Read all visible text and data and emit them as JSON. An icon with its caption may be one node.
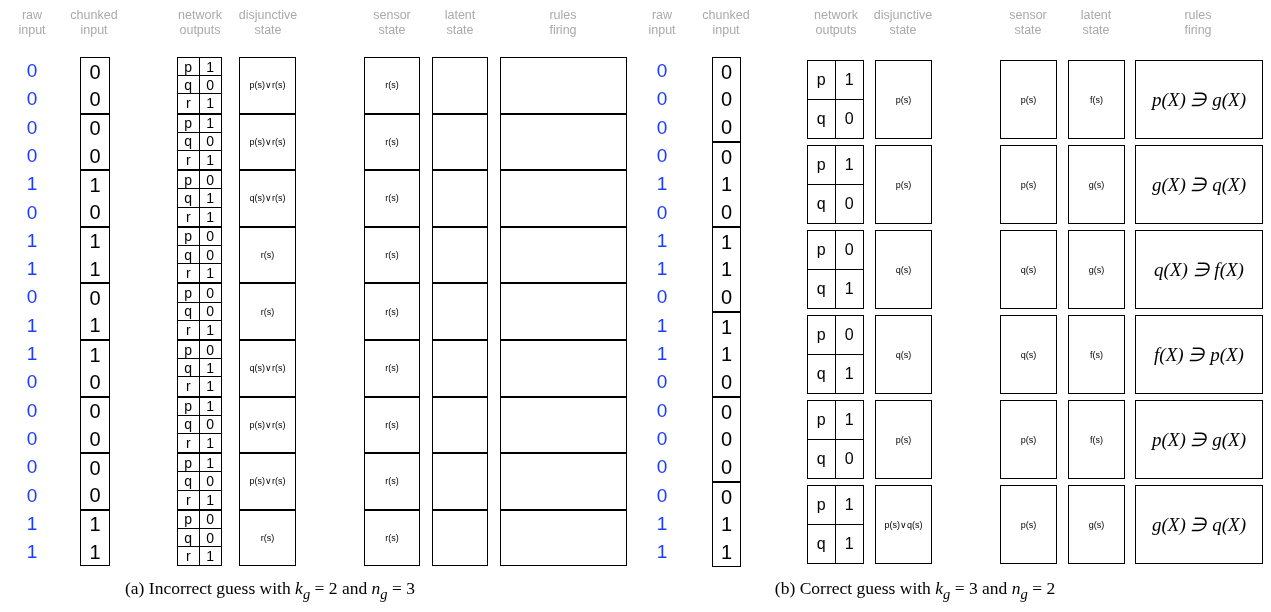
{
  "diagram": {
    "nodes": [
      {
        "text": [
          "0",
          "0"
        ]
      },
      {
        "text": [
          "0",
          "0"
        ]
      },
      {
        "text": [
          "1",
          "0"
        ]
      },
      {
        "text": [
          "1",
          "1"
        ]
      },
      {
        "text": [
          "0",
          "1"
        ]
      },
      {
        "text": [
          "1",
          "0"
        ]
      },
      {
        "text": [
          "0",
          "0"
        ]
      },
      {
        "text": [
          "0",
          "0"
        ]
      },
      {
        "text": [
          "1",
          "1"
        ]
      },
      {
        "text": [
          "p",
          "1",
          "q",
          "0",
          "r",
          "1"
        ]
      },
      {
        "text": [
          "p",
          "1",
          "q",
          "0",
          "r",
          "1"
        ]
      },
      {
        "text": [
          "p",
          "0",
          "q",
          "1",
          "r",
          "1"
        ]
      },
      {
        "text": [
          "p",
          "0",
          "q",
          "0",
          "r",
          "1"
        ]
      },
      {
        "text": [
          "p",
          "0",
          "q",
          "0",
          "r",
          "1"
        ]
      },
      {
        "text": [
          "p",
          "0",
          "q",
          "1",
          "r",
          "1"
        ]
      },
      {
        "text": [
          "p",
          "1",
          "q",
          "0",
          "r",
          "1"
        ]
      },
      {
        "text": [
          "p",
          "1",
          "q",
          "0",
          "r",
          "1"
        ]
      },
      {
        "text": [
          "p",
          "0",
          "q",
          "0",
          "r",
          "1"
        ]
      },
      {
        "text": [
          "p(s)∨r(s)"
        ]
      },
      {
        "text": [
          "p(s)∨r(s)"
        ]
      },
      {
        "text": [
          "q(s)∨r(s)"
        ]
      },
      {
        "text": [
          "r(s)"
        ]
      },
      {
        "text": [
          "r(s)"
        ]
      },
      {
        "text": [
          "q(s)∨r(s)"
        ]
      },
      {
        "text": [
          "p(s)∨r(s)"
        ]
      },
      {
        "text": [
          "p(s)∨r(s)"
        ]
      },
      {
        "text": [
          "r(s)"
        ]
      },
      {
        "text": [
          "r(s)"
        ]
      },
      {
        "text": [
          "r(s)"
        ]
      },
      {
        "text": [
          "r(s)"
        ]
      },
      {
        "text": [
          "r(s)"
        ]
      },
      {
        "text": [
          "r(s)"
        ]
      },
      {
        "text": [
          "r(s)"
        ]
      },
      {
        "text": [
          "r(s)"
        ]
      },
      {
        "text": [
          "r(s)"
        ]
      },
      {
        "text": [
          "r(s)"
        ]
      },
      {
        "text": [],
        "shape": "box"
      },
      {
        "text": [],
        "shape": "box"
      },
      {
        "text": [],
        "shape": "box"
      },
      {
        "text": [],
        "shape": "box"
      },
      {
        "text": [],
        "shape": "box"
      },
      {
        "text": [],
        "shape": "box"
      },
      {
        "text": [],
        "shape": "box"
      },
      {
        "text": [],
        "shape": "box"
      },
      {
        "text": [],
        "shape": "box"
      },
      {
        "text": [],
        "shape": "box"
      },
      {
        "text": [],
        "shape": "box"
      },
      {
        "text": [],
        "shape": "box"
      },
      {
        "text": [],
        "shape": "box"
      },
      {
        "text": [],
        "shape": "box"
      },
      {
        "text": [],
        "shape": "box"
      },
      {
        "text": [],
        "shape": "box"
      },
      {
        "text": [],
        "shape": "box"
      },
      {
        "text": [],
        "shape": "box"
      },
      {
        "text": [
          "0",
          "0",
          "0"
        ]
      },
      {
        "text": [
          "0",
          "1",
          "0"
        ]
      },
      {
        "text": [
          "1",
          "1",
          "0"
        ]
      },
      {
        "text": [
          "1",
          "1",
          "0"
        ]
      },
      {
        "text": [
          "0",
          "0",
          "0"
        ]
      },
      {
        "text": [
          "0",
          "1",
          "1"
        ]
      },
      {
        "text": [
          "p",
          "1",
          "q",
          "0"
        ]
      },
      {
        "text": [
          "p",
          "1",
          "q",
          "0"
        ]
      },
      {
        "text": [
          "p",
          "0",
          "q",
          "1"
        ]
      },
      {
        "text": [
          "p",
          "0",
          "q",
          "1"
        ]
      },
      {
        "text": [
          "p",
          "1",
          "q",
          "0"
        ]
      },
      {
        "text": [
          "p",
          "1",
          "q",
          "1"
        ]
      },
      {
        "text": [
          "p(s)"
        ]
      },
      {
        "text": [
          "p(s)"
        ]
      },
      {
        "text": [
          "q(s)"
        ]
      },
      {
        "text": [
          "q(s)"
        ]
      },
      {
        "text": [
          "p(s)"
        ]
      },
      {
        "text": [
          "p(s)∨q(s)"
        ]
      },
      {
        "text": [
          "p(s)"
        ]
      },
      {
        "text": [
          "p(s)"
        ]
      },
      {
        "text": [
          "q(s)"
        ]
      },
      {
        "text": [
          "q(s)"
        ]
      },
      {
        "text": [
          "p(s)"
        ]
      },
      {
        "text": [
          "p(s)"
        ]
      },
      {
        "text": [
          "f(s)"
        ]
      },
      {
        "text": [
          "g(s)"
        ]
      },
      {
        "text": [
          "g(s)"
        ]
      },
      {
        "text": [
          "f(s)"
        ]
      },
      {
        "text": [
          "f(s)"
        ]
      },
      {
        "text": [
          "g(s)"
        ]
      },
      {
        "text": [
          "p(X) ∋ g(X)"
        ]
      },
      {
        "text": [
          "g(X) ∋ q(X)"
        ]
      },
      {
        "text": [
          "q(X) ∋ f(X)"
        ]
      },
      {
        "text": [
          "f(X) ∋ p(X)"
        ]
      },
      {
        "text": [
          "p(X) ∋ g(X)"
        ]
      },
      {
        "text": [
          "g(X) ∋ q(X)"
        ]
      }
    ],
    "labels": [
      "raw input",
      "chunked input",
      "network outputs",
      "disjunctive state",
      "sensor state",
      "latent state",
      "rules firing",
      "0",
      "0",
      "0",
      "0",
      "1",
      "0",
      "1",
      "1",
      "0",
      "1",
      "1",
      "0",
      "0",
      "0",
      "0",
      "0",
      "1",
      "1",
      "raw input",
      "chunked input",
      "network outputs",
      "disjunctive state",
      "sensor state",
      "latent state",
      "rules firing",
      "0",
      "0",
      "0",
      "0",
      "1",
      "0",
      "1",
      "1",
      "0",
      "1",
      "1",
      "0",
      "0",
      "0",
      "0",
      "0",
      "1",
      "1",
      "(a) Incorrect guess with *k*$_{g}$ = 2 and *n*$_{g}$ = 3",
      "(b) Correct guess with *k*$_{g}$ = 3 and *n*$_{g}$ = 2"
    ]
  }
}
